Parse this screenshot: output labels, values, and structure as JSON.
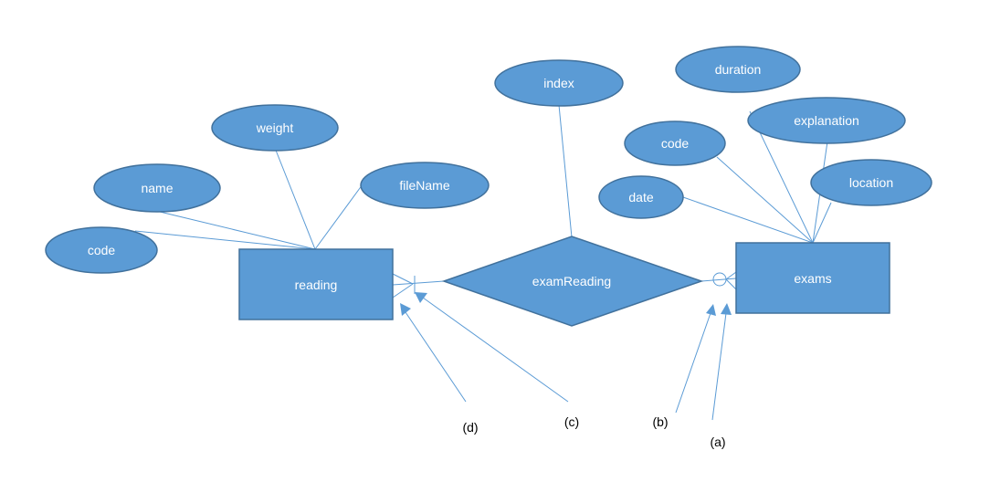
{
  "colors": {
    "shape_fill": "#5b9bd5",
    "shape_stroke": "#41719c",
    "line": "#5b9bd5",
    "shape_text": "#ffffff",
    "label_text": "#000000"
  },
  "entities": {
    "reading": "reading",
    "exams": "exams"
  },
  "relationship": {
    "examReading": "examReading"
  },
  "attributes": {
    "reading": {
      "code": "code",
      "name": "name",
      "weight": "weight",
      "fileName": "fileName"
    },
    "relationship": {
      "index": "index"
    },
    "exams": {
      "duration": "duration",
      "explanation": "explanation",
      "code": "code",
      "location": "location",
      "date": "date"
    }
  },
  "markers": {
    "a": "(a)",
    "b": "(b)",
    "c": "(c)",
    "d": "(d)"
  }
}
